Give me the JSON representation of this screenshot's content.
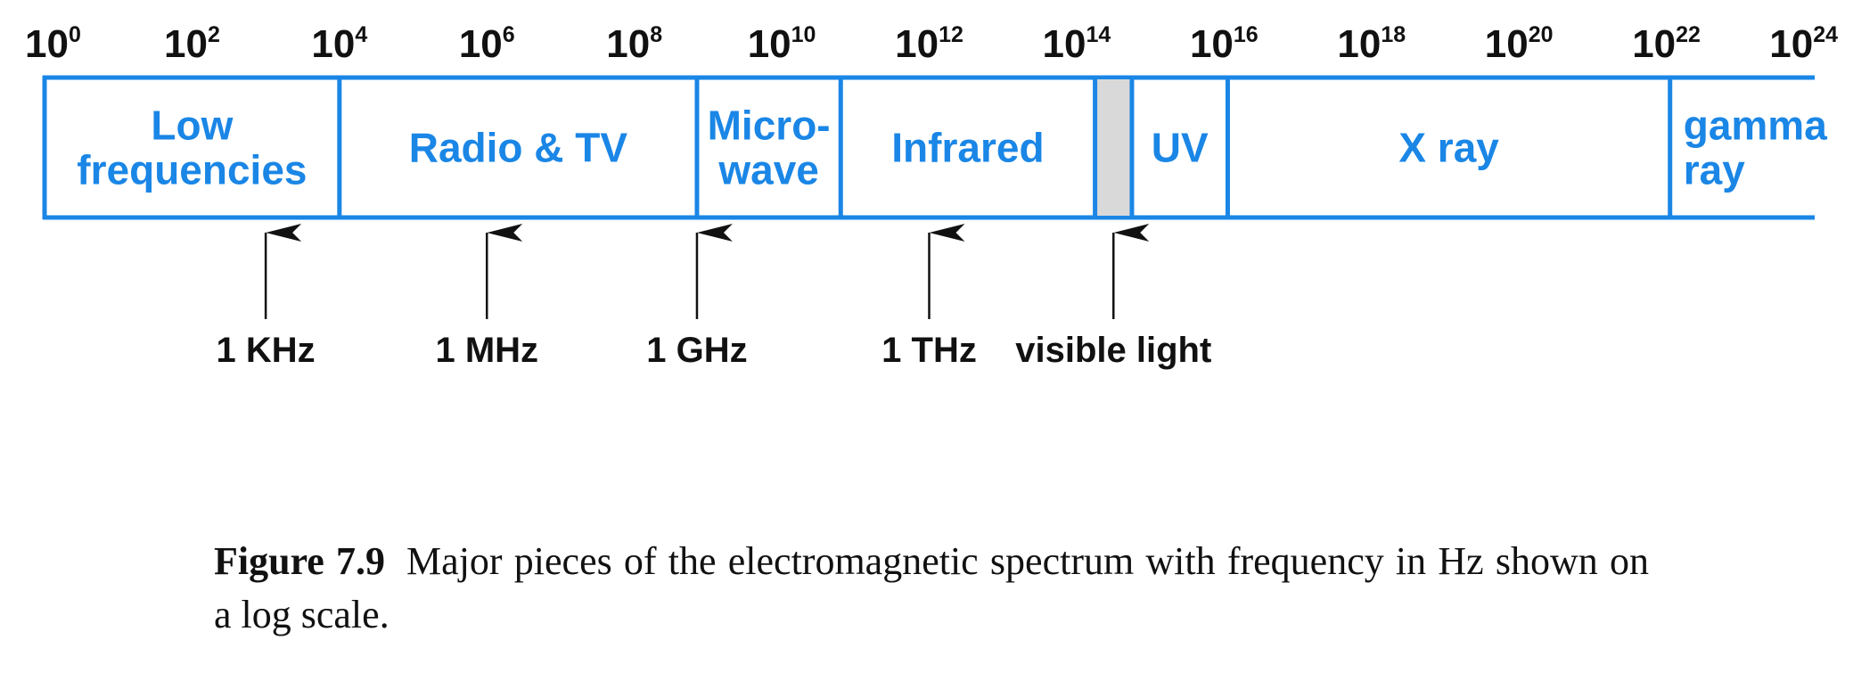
{
  "diagram": {
    "scale_exponents": [
      "0",
      "2",
      "4",
      "6",
      "8",
      "10",
      "12",
      "14",
      "16",
      "18",
      "20",
      "22",
      "24"
    ],
    "tick_base": "10",
    "bands": [
      {
        "lines": [
          "Low",
          "frequencies"
        ],
        "from_exp": 0,
        "to_exp": 4
      },
      {
        "lines": [
          "Radio & TV"
        ],
        "from_exp": 4,
        "to_exp": 8.85
      },
      {
        "lines": [
          "Micro-",
          "wave"
        ],
        "from_exp": 8.85,
        "to_exp": 10.8
      },
      {
        "lines": [
          "Infrared"
        ],
        "from_exp": 10.8,
        "to_exp": 14.25
      },
      {
        "lines": [],
        "from_exp": 14.25,
        "to_exp": 14.75,
        "shaded": true,
        "name": "visible"
      },
      {
        "lines": [
          "UV"
        ],
        "from_exp": 14.75,
        "to_exp": 16.05
      },
      {
        "lines": [
          "X ray"
        ],
        "from_exp": 16.05,
        "to_exp": 22.05
      },
      {
        "lines": [
          "gamma",
          "ray"
        ],
        "from_exp": 22.05,
        "to_exp": 24,
        "align": "left"
      }
    ],
    "markers": [
      {
        "label": "1 KHz",
        "exp": 3
      },
      {
        "label": "1 MHz",
        "exp": 6
      },
      {
        "label": "1 GHz",
        "exp": 8.85
      },
      {
        "label": "1 THz",
        "exp": 12
      },
      {
        "label": "visible light",
        "exp": 14.5
      }
    ],
    "colors": {
      "band_line": "#1a86e6",
      "band_text": "#1a86e6",
      "visible_fill": "#d9d9d9",
      "text": "#111111"
    }
  },
  "caption": {
    "lead": "Figure 7.9",
    "text": "Major pieces of the electromagnetic spectrum with frequency in Hz shown on a log scale."
  }
}
